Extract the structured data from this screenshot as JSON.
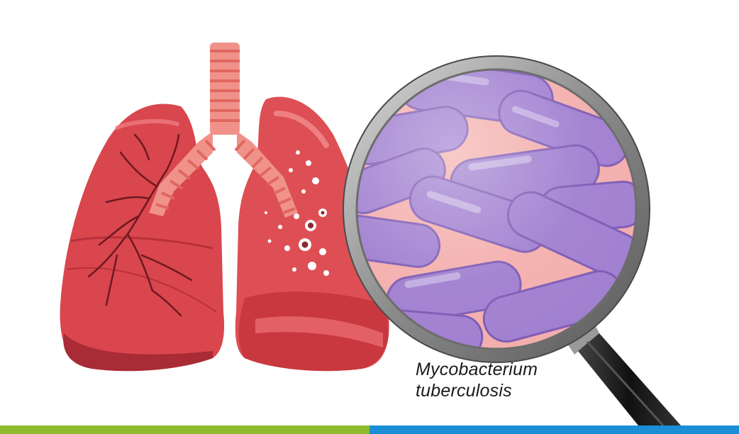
{
  "caption": {
    "line1": "Mycobacterium",
    "line2": "tuberculosis"
  },
  "colors": {
    "lung_fill": "#d9464e",
    "lung_dark": "#b8303a",
    "lung_light": "#ef7d80",
    "trachea": "#f0928a",
    "trachea_ring": "#e0675f",
    "bacteria": "#a07fd0",
    "bacteria_dark": "#7e5bb5",
    "lens_bg": "#f2a4a3",
    "frame": "#8f8f8f",
    "handle": "#1e1e1e",
    "bar_green": "#8fbc2c",
    "bar_blue": "#1a8fd6"
  },
  "icons": [
    "lungs-illustration",
    "magnifier-illustration",
    "bacteria-illustration"
  ]
}
